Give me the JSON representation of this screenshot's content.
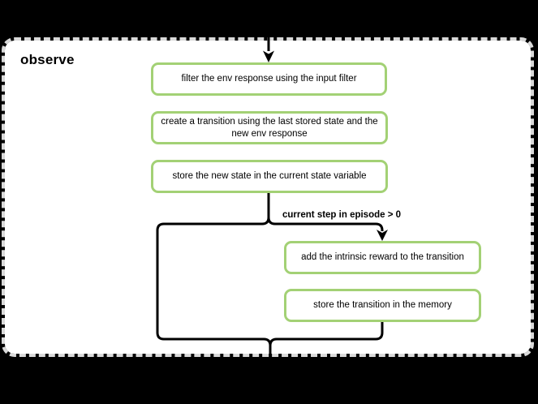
{
  "diagram": {
    "title": "observe",
    "condition_label": "current step in episode > 0",
    "nodes": [
      {
        "id": "filter-env-response",
        "label": "filter the env response using the input filter"
      },
      {
        "id": "create-transition",
        "label": "create a transition using the last stored state and the new env response"
      },
      {
        "id": "store-new-state",
        "label": "store the new state in the current state variable"
      },
      {
        "id": "add-intrinsic-reward",
        "label": "add the intrinsic reward to the transition"
      },
      {
        "id": "store-transition",
        "label": "store the transition in the memory"
      }
    ],
    "colors": {
      "background": "#000000",
      "panel_background": "#ffffff",
      "panel_border": "#dadada",
      "node_border": "#a3d175",
      "node_background": "#ffffff",
      "connector": "#000000",
      "text": "#000000"
    }
  }
}
